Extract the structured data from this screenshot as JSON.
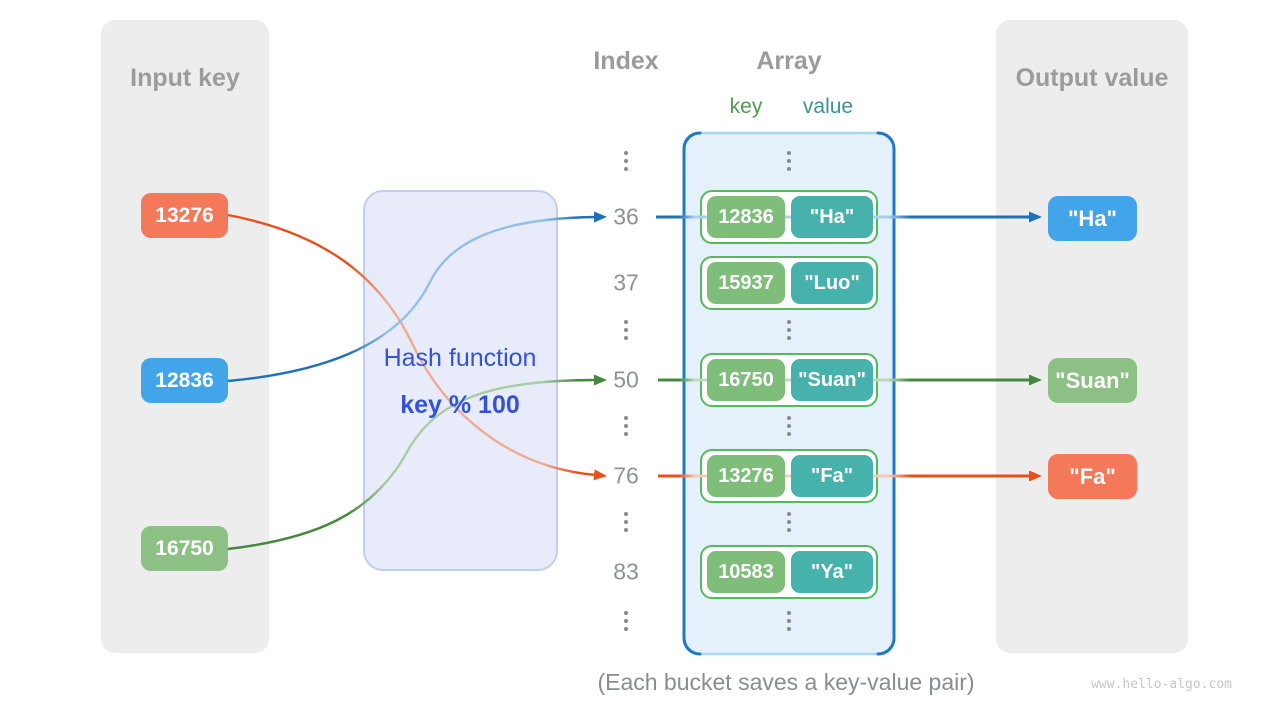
{
  "input_panel": {
    "title": "Input key",
    "keys": [
      "13276",
      "12836",
      "16750"
    ]
  },
  "hash_box": {
    "line1": "Hash function",
    "line2": "key % 100"
  },
  "index_column": {
    "title": "Index",
    "ellipsis": "⋮",
    "values": [
      "36",
      "37",
      "50",
      "76",
      "83"
    ]
  },
  "array_panel": {
    "title": "Array",
    "key_header": "key",
    "value_header": "value",
    "pairs": [
      {
        "key": "12836",
        "value": "\"Ha\""
      },
      {
        "key": "15937",
        "value": "\"Luo\""
      },
      {
        "key": "16750",
        "value": "\"Suan\""
      },
      {
        "key": "13276",
        "value": "\"Fa\""
      },
      {
        "key": "10583",
        "value": "\"Ya\""
      }
    ]
  },
  "output_panel": {
    "title": "Output value",
    "values": [
      "\"Ha\"",
      "\"Suan\"",
      "\"Fa\""
    ]
  },
  "caption": "(Each bucket saves a key-value pair)",
  "watermark": "www.hello-algo.com",
  "colors": {
    "badge_orange": "#F4795B",
    "badge_blue": "#42A4E9",
    "badge_green": "#8CC084",
    "key_badge": "#7FBD7A",
    "value_badge": "#47B1AB",
    "pair_border": "#56B95E",
    "array_border": "#1E78C8",
    "array_fill": "#E4F1FB",
    "hash_fill": "#E8ECFA",
    "hash_text": "#3452D9",
    "line_blue": "#1D71BC",
    "line_green": "#44883F",
    "line_orange": "#E8501B",
    "panel_gray": "#EDEDED",
    "title_gray": "#9B9B9B",
    "key_header_green": "#4E9B4A",
    "value_header_teal": "#3A9490"
  }
}
